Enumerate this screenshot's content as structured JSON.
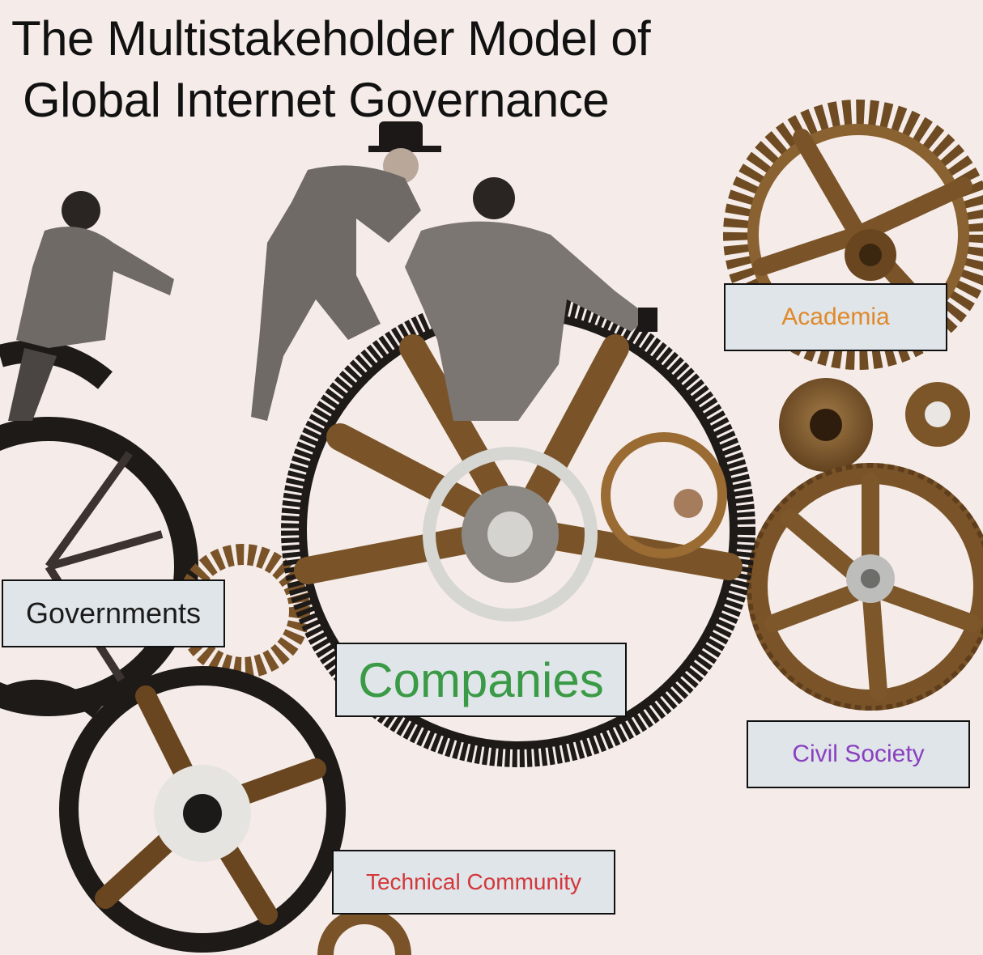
{
  "title": {
    "line1": "The Multistakeholder Model of",
    "line2": "Global Internet Governance"
  },
  "stakeholders": {
    "governments": {
      "label": "Governments",
      "color": "#1b1b1b"
    },
    "companies": {
      "label": "Companies",
      "color": "#3a9a46"
    },
    "academia": {
      "label": "Academia",
      "color": "#e0892a"
    },
    "civil_society": {
      "label": "Civil Society",
      "color": "#8a3fc0"
    },
    "technical_community": {
      "label": "Technical Community",
      "color": "#d4373b"
    }
  },
  "palette": {
    "background": "#f5ece9",
    "gear_dark": "#1e1a17",
    "gear_bronze": "#7a5428",
    "gear_silver": "#cfcfcc",
    "label_fill": "#dfe5e8",
    "figure_gray": "#6f6a66"
  }
}
